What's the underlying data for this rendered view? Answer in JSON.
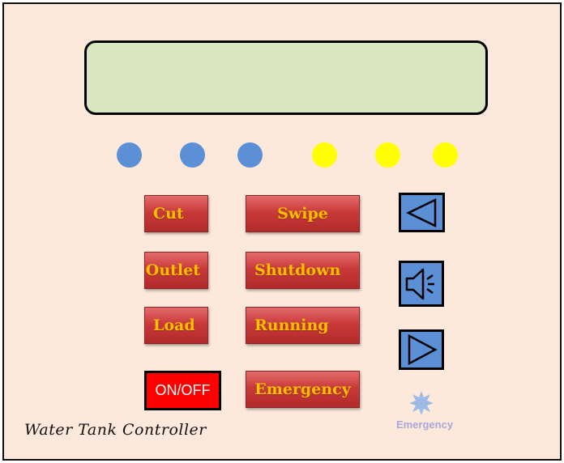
{
  "display": {
    "text": ""
  },
  "indicators": [
    {
      "color": "#5b8fd6"
    },
    {
      "color": "#5b8fd6"
    },
    {
      "color": "#5b8fd6"
    },
    {
      "color": "#ffff00"
    },
    {
      "color": "#ffff00"
    },
    {
      "color": "#ffff00"
    }
  ],
  "buttons": {
    "cut": "Cut",
    "swipe": "Swipe",
    "outlet": "Outlet",
    "shutdown": "Shutdown",
    "load": "Load",
    "running": "Running",
    "emergency": "Emergency",
    "onoff": "ON/OFF"
  },
  "icons": {
    "prev": "triangle-left-icon",
    "sound": "speaker-icon",
    "next": "triangle-right-icon",
    "emergency": "star-burst-icon"
  },
  "status": {
    "emergency_label": "Emergency"
  },
  "brand": "Water Tank Controller",
  "colors": {
    "panel_bg": "#fce9db",
    "lcd_bg": "#d9e7c1",
    "button_text": "#ffc000",
    "icon_button_bg": "#5b8fd6",
    "onoff_bg": "#ff0000"
  }
}
